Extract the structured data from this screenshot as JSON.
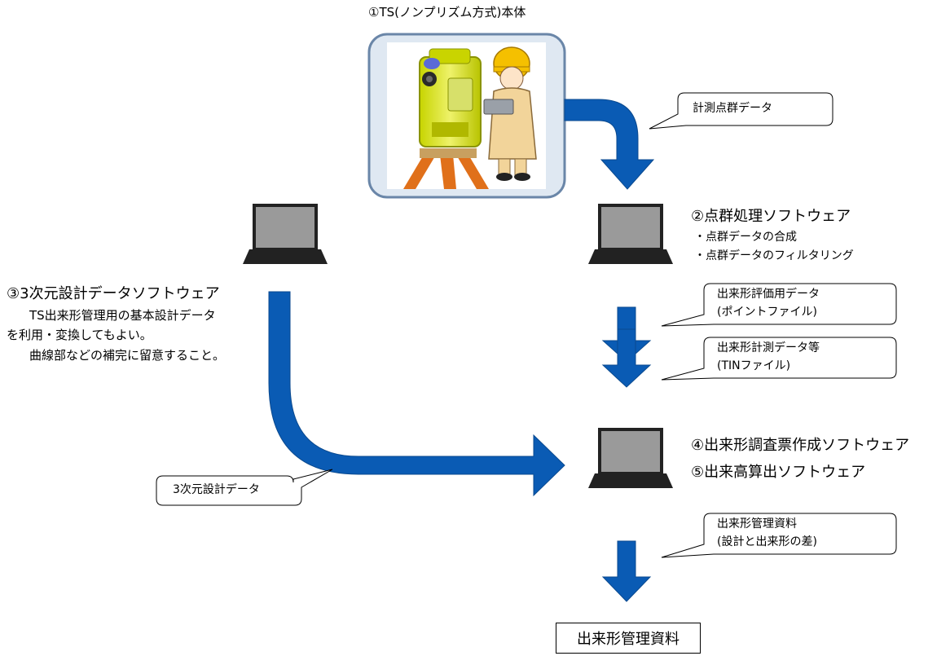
{
  "ts": {
    "title": "①TS(ノンプリズム方式)本体"
  },
  "point_cloud_software": {
    "title": "②点群処理ソフトウェア",
    "items": [
      "・点群データの合成",
      "・点群データのフィルタリング"
    ]
  },
  "design_software": {
    "title": "③3次元設計データソフトウェア",
    "lines": [
      "TS出来形管理用の基本設計データ",
      "を利用・変換してもよい。",
      "曲線部などの補完に留意すること。"
    ]
  },
  "form_software": {
    "title": "④出来形調査票作成ソフトウェア"
  },
  "volume_software": {
    "title": "⑤出来高算出ソフトウェア"
  },
  "callouts": {
    "point_cloud_data": "計測点群データ",
    "evaluation_data": [
      "出来形評価用データ",
      "(ポイントファイル)"
    ],
    "measurement_data": [
      "出来形計測データ等",
      "(TINファイル)"
    ],
    "design_3d_data": "3次元設計データ",
    "management_material": [
      "出来形管理資料",
      "(設計と出来形の差)"
    ]
  },
  "output_box": "出来形管理資料",
  "colors": {
    "arrow": "#0a5bb4",
    "arrow_edge": "#0b4a8f",
    "frame_border": "#6a86a8",
    "frame_fill": "#dfe8f2",
    "laptop_screen": "#9a9a9a",
    "laptop_body": "#222222"
  },
  "icons": [
    "laptop-icon",
    "total-station-icon",
    "surveyor-icon"
  ]
}
